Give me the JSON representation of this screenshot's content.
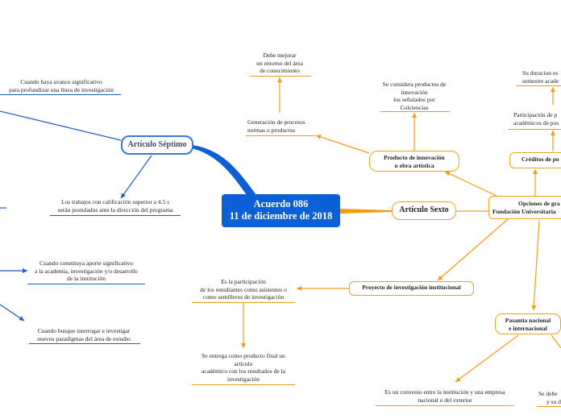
{
  "central": {
    "line1": "Acuerdo 086",
    "line2": "11 de diciembre de 2018"
  },
  "colors": {
    "central_fill": "#0d5fd6",
    "blue_branch": "#1f5fbf",
    "orange_branch": "#f39c12"
  },
  "septimo": {
    "label": "Artículo Séptimo",
    "children": [
      {
        "lines": [
          "Cuando haya avance significativo",
          "para profundizar una línea de investigación"
        ]
      },
      {
        "lines": [
          "Los trabajos con calificación superior a 4.5 s",
          "serán postulados ante la dirección del programa"
        ]
      },
      {
        "lines": [
          "Cuando constituya aporte significativo",
          "a la academia, investigación y/o desarrollo",
          "de la institución"
        ]
      },
      {
        "lines": [
          "Cuando busque interrogar e investigar",
          "nuevos paradigmas del área de estudio"
        ]
      }
    ]
  },
  "sexto": {
    "label": "Artículo Sexto",
    "opciones": {
      "lines": [
        "Opciones de gra",
        "Fundación Universitaria"
      ]
    },
    "producto": {
      "lines": [
        "Producto de innovación",
        "u obra artística"
      ],
      "note": [
        "Se considera productos de",
        "innovación",
        "los señalados por",
        "Colciencias"
      ],
      "generacion": [
        "Generación de procesos",
        "normas o productos"
      ],
      "mejorar": [
        "Debe mejorar",
        "un entorno del área",
        "de conocimiento"
      ]
    },
    "creditos": {
      "label": "Créditos de po",
      "participacion": [
        "Participación de p",
        "académicos de pos"
      ],
      "duracion": [
        "Su duracion es",
        "semestre acade"
      ]
    },
    "proyecto": {
      "label": "Proyecto de investigación institucional",
      "participacion": [
        "Es  la participación",
        "de los estudiantes como asistentes o",
        "como semilleros de investigación"
      ],
      "entrega": [
        "Se entrega como producto final un",
        "artículo",
        "académico con los resultados de la",
        "investigación"
      ]
    },
    "pasantia": {
      "lines": [
        "Pasantía nacional",
        "e internacional"
      ],
      "convenio": [
        "Es un convenio entre la institución y una empresa",
        "nacional o del exterior"
      ],
      "debe": [
        "Se debe",
        "y su d"
      ]
    }
  }
}
